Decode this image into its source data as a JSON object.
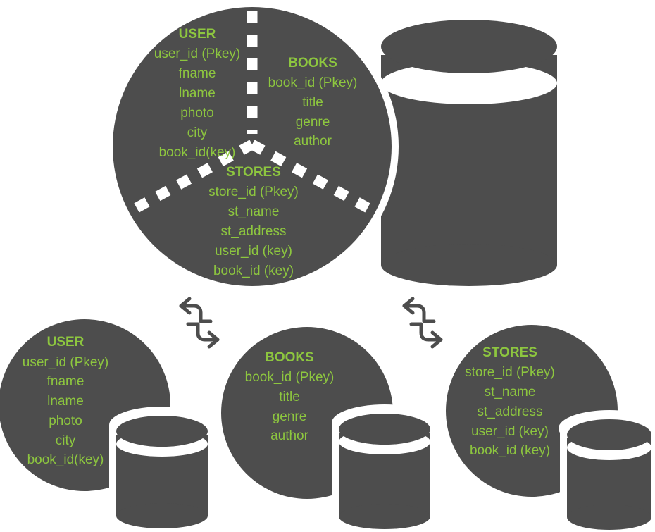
{
  "colors": {
    "shape_fill": "#4d4d4d",
    "text_green": "#8dc63f",
    "background": "#ffffff"
  },
  "combined": {
    "user": {
      "title": "USER",
      "fields": [
        "user_id (Pkey)",
        "fname",
        "lname",
        "photo",
        "city",
        "book_id(key)"
      ]
    },
    "books": {
      "title": "BOOKS",
      "fields": [
        "book_id (Pkey)",
        "title",
        "genre",
        "author"
      ]
    },
    "stores": {
      "title": "STORES",
      "fields": [
        "store_id (Pkey)",
        "st_name",
        "st_address",
        "user_id (key)",
        "book_id (key)"
      ]
    }
  },
  "shards": {
    "user": {
      "title": "USER",
      "fields": [
        "user_id (Pkey)",
        "fname",
        "lname",
        "photo",
        "city",
        "book_id(key)"
      ]
    },
    "books": {
      "title": "BOOKS",
      "fields": [
        "book_id (Pkey)",
        "title",
        "genre",
        "author"
      ]
    },
    "stores": {
      "title": "STORES",
      "fields": [
        "store_id (Pkey)",
        "st_name",
        "st_address",
        "user_id (key)",
        "book_id (key)"
      ]
    }
  },
  "icons": {
    "database": "database-cylinder-icon",
    "sync": "sync-arrows-icon"
  }
}
